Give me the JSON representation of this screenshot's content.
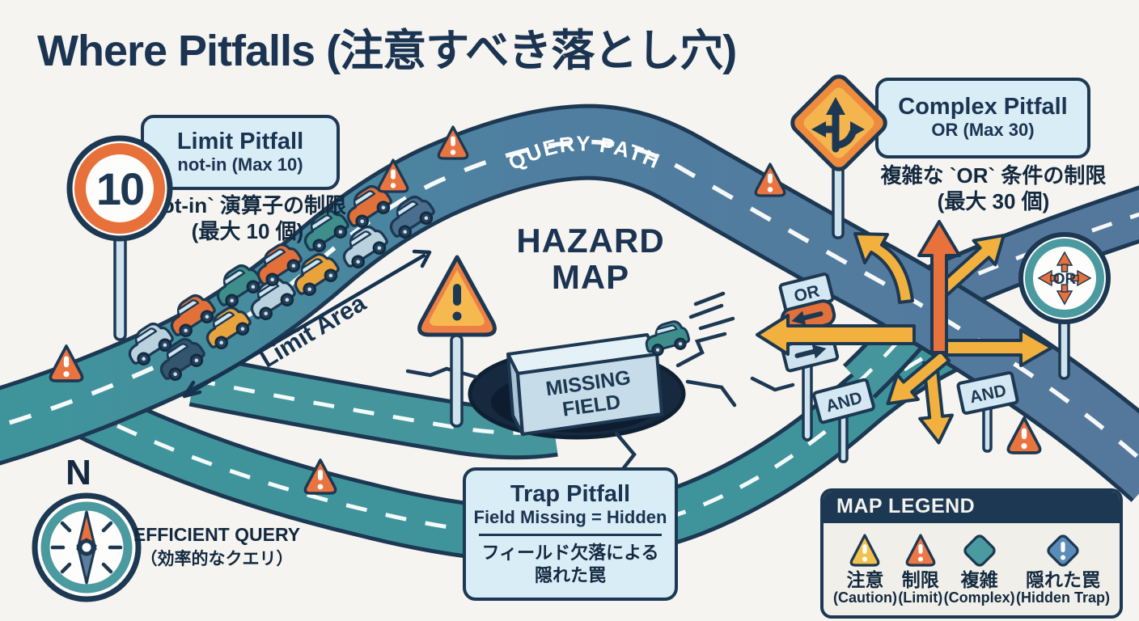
{
  "title": "Where Pitfalls (注意すべき落とし穴)",
  "scene": {
    "hazard_line1": "HAZARD",
    "hazard_line2": "MAP",
    "query_path_label": "QUERY PATH",
    "limit_area_label": "Limit Area",
    "speed_limit_value": "10",
    "missing_field_line1": "MISSING",
    "missing_field_line2": "FIELD",
    "or_post_sign": "OR",
    "and_sign_left": "AND",
    "and_sign_right": "AND",
    "or_circle_sign": "OR",
    "compass_north": "N"
  },
  "callouts": {
    "limit": {
      "title": "Limit Pitfall",
      "subtitle": "not-in (Max 10)",
      "jp_line1": "not-in` 演算子の制限",
      "jp_line2": "(最大 10 個)"
    },
    "complex": {
      "title": "Complex Pitfall",
      "subtitle": "OR (Max 30)",
      "jp_line1": "複雑な `OR` 条件の制限",
      "jp_line2": "(最大 30 個)"
    },
    "trap": {
      "title": "Trap Pitfall",
      "subtitle": "Field Missing = Hidden",
      "jp_line1": "フィールド欠落による",
      "jp_line2": "隠れた罠"
    }
  },
  "efficient_query": {
    "line1": "EFFICIENT QUERY",
    "line2": "（効率的なクエリ）"
  },
  "legend": {
    "title": "MAP LEGEND",
    "items": [
      {
        "icon": "caution-triangle-icon",
        "jp": "注意",
        "en": "(Caution)"
      },
      {
        "icon": "limit-triangle-icon",
        "jp": "制限",
        "en": "(Limit)"
      },
      {
        "icon": "complex-diamond-icon",
        "jp": "複雑",
        "en": "(Complex)"
      },
      {
        "icon": "hidden-trap-diamond-icon",
        "jp": "隠れた罠",
        "en": "(Hidden Trap)"
      }
    ]
  },
  "icons": {
    "warning_triangle": "warning-exclamation-triangle",
    "speed_limit_sign": "speed-limit-10-circle-sign",
    "branch_sign": "branching-arrows-diamond-sign",
    "or_circle_sign": "four-way-or-circle-sign",
    "compass": "compass-rose",
    "traffic_cars": "car",
    "pothole": "pothole",
    "missing_field_block": "missing-field-block"
  },
  "colors": {
    "navy": "#1d3852",
    "teal_road": "#3f949c",
    "blue_road": "#54789c",
    "callout_bg": "#d9edf7",
    "orange": "#e8713c",
    "arrow_yellow": "#f2b13e",
    "caution_yellow": "#f2c14e",
    "hidden_trap_blue": "#5b8cb8",
    "legend_header": "#1d3852",
    "background": "#f5f4f0"
  }
}
